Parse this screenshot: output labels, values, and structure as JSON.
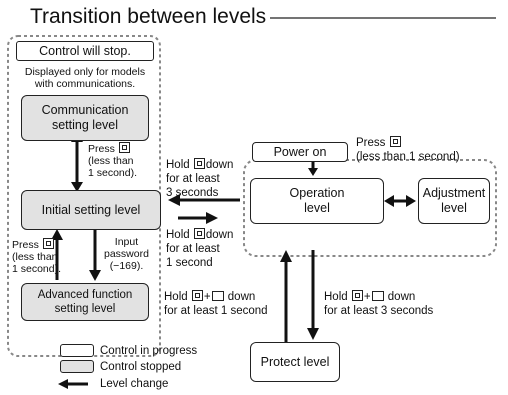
{
  "title": "Transition between levels",
  "levels": {
    "control_will_stop": "Control will stop.",
    "models_note_1": "Displayed only for models",
    "models_note_2": "with communications.",
    "communication_1": "Communication",
    "communication_2": "setting level",
    "initial": "Initial setting level",
    "advanced_1": "Advanced function",
    "advanced_2": "setting level",
    "power_on": "Power on",
    "operation_1": "Operation",
    "operation_2": "level",
    "adjustment_1": "Adjustment",
    "adjustment_2": "level",
    "protect": "Protect level"
  },
  "annotations": {
    "press_comm_1": "Press",
    "press_comm_2": "(less than",
    "press_comm_3": "1 second).",
    "input_pw_1": "Input",
    "input_pw_2": "password",
    "input_pw_3": "(−169).",
    "press_left_1": "Press",
    "press_left_2": "(less than",
    "press_left_3": "1 second).",
    "hold3_1": "Hold",
    "hold3_1b": "down",
    "hold3_2": "for at least",
    "hold3_3": "3 seconds",
    "hold1_1": "Hold",
    "hold1_1b": "down",
    "hold1_2": "for at least",
    "hold1_3": "1 second",
    "power_press_1": "Press",
    "power_press_2": "(less than 1 second)",
    "hold_adv_1": "Hold",
    "hold_adv_1b": "down",
    "hold_adv_2": "for at least 1 second",
    "hold_prot_1": "Hold",
    "hold_prot_1b": "down",
    "hold_prot_2": "for at least 3 seconds"
  },
  "legend": {
    "in_progress": "Control in progress",
    "stopped": "Control stopped",
    "change": "Level change"
  }
}
